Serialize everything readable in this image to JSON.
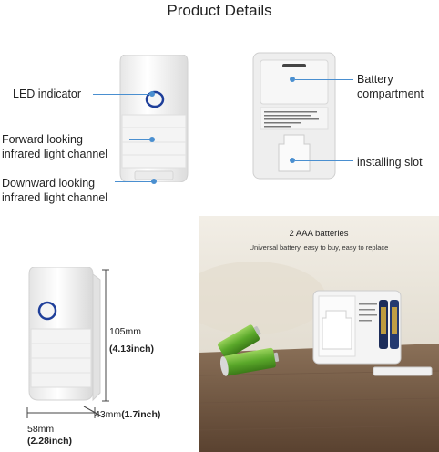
{
  "page": {
    "title": "Product Details"
  },
  "labels": {
    "led": "LED indicator",
    "forward_line1": "Forward looking",
    "forward_line2": "infrared light channel",
    "downward_line1": "Downward looking",
    "downward_line2": "infrared light channel",
    "battery_line1": "Battery",
    "battery_line2": "compartment",
    "slot": "installing slot"
  },
  "dimensions": {
    "height_mm": "105mm",
    "height_in": "(4.13inch)",
    "depth_mm": "43mm",
    "depth_in": "(1.7inch)",
    "width_mm": "58mm",
    "width_in": "(2.28inch)"
  },
  "photo": {
    "caption": "2 AAA batteries",
    "subcaption": "Universal battery, easy to buy, easy to replace"
  },
  "colors": {
    "accent": "#4a8fd0",
    "led_ring": "#1f3f9a",
    "battery_green": "#5aa82a"
  }
}
